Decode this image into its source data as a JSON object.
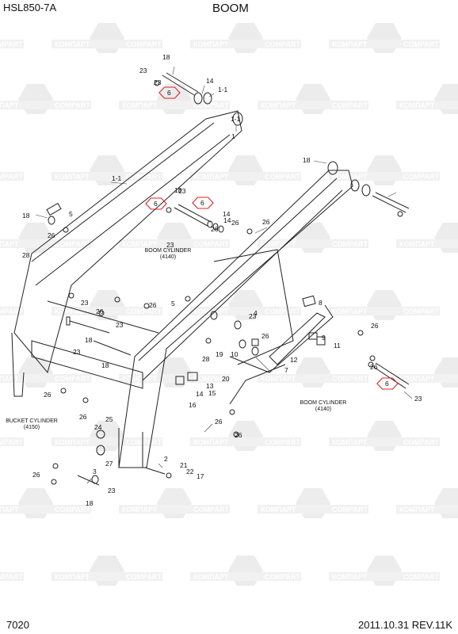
{
  "header": {
    "model": "HSL850-7A",
    "title": "BOOM"
  },
  "footer": {
    "page_number": "7020",
    "revision": "2011.10.31 REV.11K"
  },
  "watermark": {
    "brand_latin": "COMPART",
    "brand_cyrillic": "КОМПАРТ"
  },
  "callouts": [
    "18",
    "23",
    "14",
    "1-1",
    "6",
    "1-1",
    "1",
    "1-1",
    "18",
    "23",
    "6",
    "14",
    "26",
    "23",
    "18",
    "5",
    "26",
    "28",
    "18",
    "23",
    "14",
    "26",
    "6",
    "26",
    "23",
    "26",
    "23",
    "26",
    "5",
    "4",
    "23",
    "18",
    "26",
    "23",
    "19",
    "10",
    "18",
    "28",
    "20",
    "8",
    "9",
    "11",
    "12",
    "13",
    "14",
    "15",
    "16",
    "7",
    "26",
    "6",
    "23",
    "26",
    "25",
    "24",
    "26",
    "27",
    "2",
    "21",
    "22",
    "17",
    "26",
    "3",
    "23",
    "18",
    "26",
    "26",
    "26"
  ],
  "cylinder_labels": {
    "boom_top": [
      "BOOM CYLINDER",
      "(4140)"
    ],
    "boom_right": [
      "BOOM CYLINDER",
      "(4140)"
    ],
    "bucket": [
      "BUCKET CYLINDER",
      "(4150)"
    ]
  }
}
